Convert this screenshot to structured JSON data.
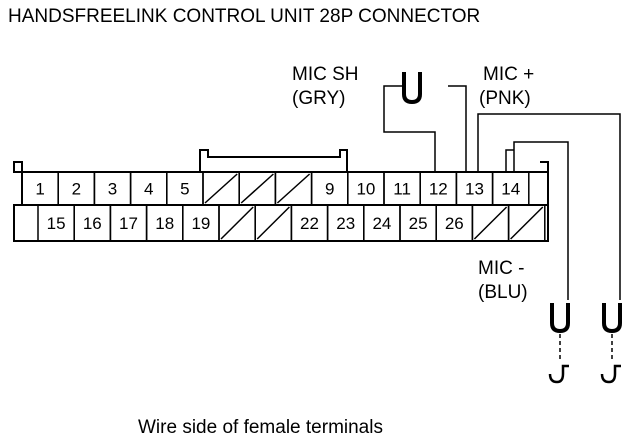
{
  "title": "HANDSFREELINK CONTROL UNIT 28P CONNECTOR",
  "caption": "Wire side of female terminals",
  "connector": {
    "top_row": [
      "1",
      "2",
      "3",
      "4",
      "5",
      "",
      "",
      "",
      "9",
      "10",
      "11",
      "12",
      "13",
      "14"
    ],
    "bottom_row": [
      "15",
      "16",
      "17",
      "18",
      "19",
      "",
      "",
      "22",
      "23",
      "24",
      "25",
      "26",
      "",
      ""
    ]
  },
  "wires": {
    "mic_sh": {
      "name": "MIC SH",
      "color": "(GRY)",
      "pin": "12"
    },
    "mic_plus": {
      "name": "MIC +",
      "color": "(PNK)",
      "pin": "13"
    },
    "mic_minus": {
      "name": "MIC -",
      "color": "(BLU)",
      "pin": "14"
    }
  }
}
